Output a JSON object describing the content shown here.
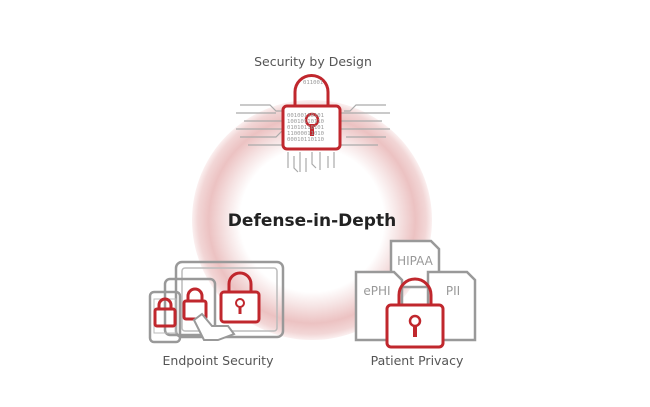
{
  "diagram": {
    "center_label": "Defense-in-Depth",
    "nodes": [
      {
        "label": "Security by Design",
        "icon": "binary-lock-icon"
      },
      {
        "label": "Endpoint Security",
        "icon": "devices-lock-icon"
      },
      {
        "label": "Patient Privacy",
        "icon": "documents-lock-icon",
        "documents": [
          "HIPAA",
          "ePHI",
          "PII"
        ]
      }
    ],
    "binary_rows": [
      "011001",
      "00100110101",
      "10010110110",
      "01010110101",
      "11000011010",
      "00010110110"
    ],
    "colors": {
      "accent": "#c0272d",
      "ring": "#e8b4b4",
      "text": "#555555"
    }
  }
}
